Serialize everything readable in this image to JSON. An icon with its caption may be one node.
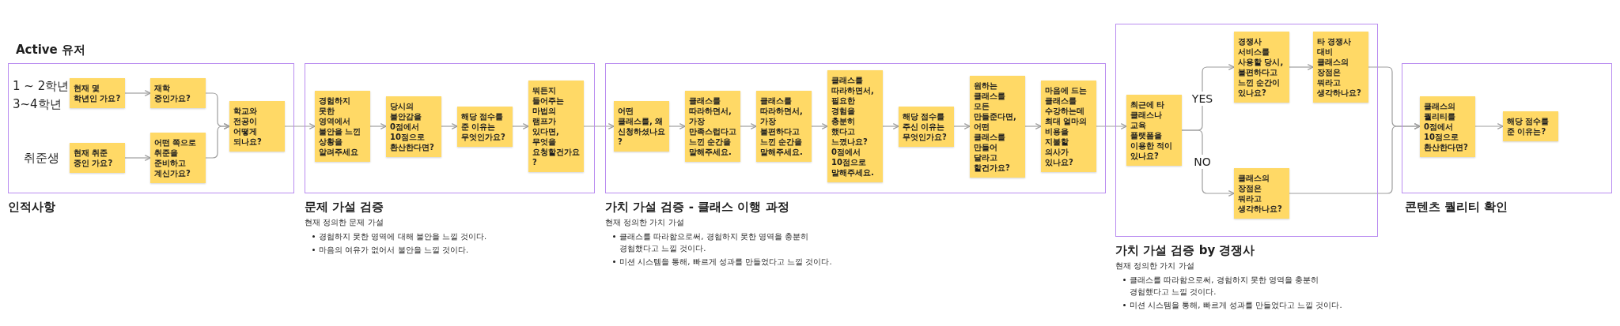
{
  "diagram": {
    "nodes": [
      {
        "text": [
          "인적사항"
        ]
      },
      {
        "text": [
          "현재 몇 학년인 가요?"
        ],
        "in": 0
      },
      {
        "text": [
          "재학 중인가요?"
        ],
        "in": 0
      },
      {
        "text": [
          "현재 취준 중인 가요?"
        ],
        "in": 0
      },
      {
        "text": [
          "어떤 쪽으로 취준을 준비하고 계신가요?"
        ],
        "in": 0
      },
      {
        "text": [
          "학교와 전공이 어떻게 되나요?"
        ],
        "in": 0
      },
      {
        "text": [
          "문제 가설 검증"
        ]
      },
      {
        "text": [
          "경험하지 못한 영역에서 불안을 느낀 상황을 알려주세요"
        ],
        "in": 6
      },
      {
        "text": [
          "당시의 불안감을 0점에서 10점으로 환산한다면?"
        ],
        "in": 6
      },
      {
        "text": [
          "해당 점수를 준 이유는 무엇인가요?"
        ],
        "in": 6
      },
      {
        "text": [
          "뭐든지 들어주는 마법의 램프가 있다면, 무엇을 요청할건가요?"
        ],
        "in": 6
      },
      {
        "text": [
          "가치 가설 검증 - 클래스 이행 과정"
        ]
      },
      {
        "text": [
          "어떤 클래스를, 왜 신청하셨나요?"
        ],
        "in": 11
      },
      {
        "text": [
          "클래스를 따라하면서, 가장 만족스럽다고 느낀 순간을 말해주세요."
        ],
        "in": 11
      },
      {
        "text": [
          "클래스를 따라하면서, 가장 불편하다고 느낀 순간을 말해주세요."
        ],
        "in": 11
      },
      {
        "text": [
          "클래스를 따라하면서, 필요한 경험을 충분히 했다고 느꼈나요? 0점에서 10점으로 말해주세요."
        ],
        "in": 11
      },
      {
        "text": [
          "해당 점수를 주신 이유는 무엇인가요?"
        ],
        "in": 11
      },
      {
        "text": [
          "원하는 클래스를 모든 만들준다면, 어떤 클래스를 만들어 달라고 할건가요?"
        ],
        "in": 11
      },
      {
        "text": [
          "마음에 드는 클래스를 수강하는데 최대 얼마의 비용을 지불할 의사가 있나요?"
        ],
        "in": 11
      },
      {
        "text": [
          "가치 가설 검증 by 경쟁사"
        ]
      },
      {
        "text": [
          "최근에 타 클래스나 교육 플랫폼을 이용한 적이 있나요?"
        ],
        "in": 19
      },
      {
        "text": [
          "경쟁사 서비스를 사용할 당시, 불편하다고 느낀 순간이 있나요?"
        ],
        "in": 19
      },
      {
        "text": [
          "타 경쟁사 대비 클래스의 장점은 뭐라고 생각하나요?"
        ],
        "in": 19
      },
      {
        "text": [
          "클래스의 장점은 뭐라고 생각하나요?"
        ],
        "in": 19
      },
      {
        "text": [
          "콘텐츠 퀄리티 확인"
        ]
      },
      {
        "text": [
          "클래스의 퀄리티를 0점에서 10점으로 환산한다면?"
        ],
        "in": 24
      },
      {
        "text": [
          "해당 점수를 준 이유는?"
        ],
        "in": 24
      }
    ],
    "edges": [
      {
        "from": 1,
        "to": 2,
        "arrow": "to"
      },
      {
        "from": 3,
        "to": 4,
        "arrow": "to"
      },
      {
        "from": 2,
        "to": 5,
        "arrow": "to"
      },
      {
        "from": 4,
        "to": 5,
        "arrow": "to"
      },
      {
        "from": 5,
        "to": 7,
        "arrow": "to"
      },
      {
        "from": 7,
        "to": 8,
        "arrow": "to"
      },
      {
        "from": 8,
        "to": 9,
        "arrow": "to"
      },
      {
        "from": 9,
        "to": 10,
        "arrow": "to"
      },
      {
        "from": 10,
        "to": 12,
        "arrow": "to"
      },
      {
        "from": 12,
        "to": 13,
        "arrow": "to"
      },
      {
        "from": 13,
        "to": 14,
        "arrow": "to"
      },
      {
        "from": 14,
        "to": 15,
        "arrow": "to"
      },
      {
        "from": 15,
        "to": 16,
        "arrow": "to"
      },
      {
        "from": 16,
        "to": 17,
        "arrow": "to"
      },
      {
        "from": 17,
        "to": 18,
        "arrow": "to"
      },
      {
        "from": 18,
        "to": 20,
        "arrow": "to"
      },
      {
        "from": 20,
        "to": 21,
        "arrow": "to",
        "label": "YES"
      },
      {
        "from": 20,
        "to": 23,
        "arrow": "to",
        "label": "NO"
      },
      {
        "from": 21,
        "to": 22,
        "arrow": "to"
      },
      {
        "from": 22,
        "to": 25,
        "arrow": "to"
      },
      {
        "from": 23,
        "to": 25,
        "arrow": "to"
      },
      {
        "from": 25,
        "to": 26,
        "arrow": "to"
      }
    ],
    "labels": [
      "Active 유저",
      "1 ~ 2학년",
      "3~4학년",
      "취준생",
      "현재 정의한 문제 가설",
      "경험하지 못한 영역에 대해 불안을 느낄 것이다.",
      "마음의 여유가 없어서 불안을 느낄 것이다.",
      "현재 정의한 가치 가설",
      "클래스를 따라함으로써, 경험하지 못한 영역을 충분히 경험했다고 느낄 것이다.",
      "미션 시스템을 통해, 빠르게 성과를 만들었다고 느낄 것이다.",
      "현재 정의한 가치 가설",
      "클래스를 따라함으로써, 경험하지 못한 영역을 충분히 경험했다고 느낄 것이다.",
      "미션 시스템을 통해, 빠르게 성과를 만들었다고 느낄 것이다."
    ]
  }
}
